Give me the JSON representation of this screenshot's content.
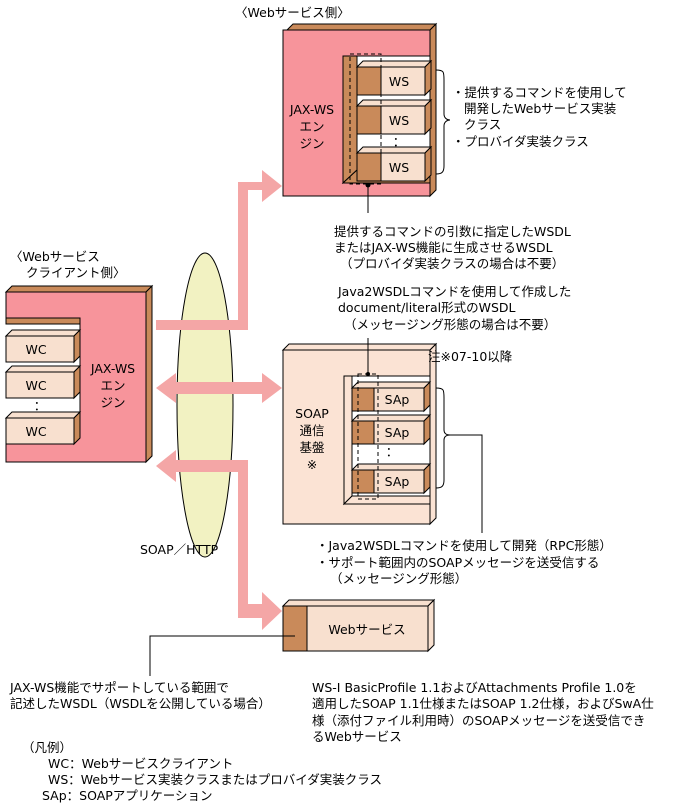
{
  "labels": {
    "web_service_side": "〈Webサービス側〉",
    "client_side_1": "〈Webサービス",
    "client_side_2": "クライアント側〉",
    "soap_http": "SOAP／HTTP",
    "note_0710": "注※07-10以降"
  },
  "engines": {
    "server_line1": "JAX-WS",
    "server_line2": "エン",
    "server_line3": "ジン",
    "client_line1": "JAX-WS",
    "client_line2": "エン",
    "client_line3": "ジン"
  },
  "soap_base": {
    "line1": "SOAP",
    "line2": "通信",
    "line3": "基盤",
    "line4": "※"
  },
  "boxes": {
    "ws": "WS",
    "wc": "WC",
    "sap": "SAp",
    "dots": "：",
    "web_service": "Webサービス"
  },
  "annotations": {
    "ws_bullet1_1": "・提供するコマンドを使用して",
    "ws_bullet1_2": "開発したWebサービス実装",
    "ws_bullet1_3": "クラス",
    "ws_bullet2": "・プロバイダ実装クラス",
    "wsdl1_1": "提供するコマンドの引数に指定したWSDL",
    "wsdl1_2": "またはJAX-WS機能に生成させるWSDL",
    "wsdl1_3": "（プロバイダ実装クラスの場合は不要）",
    "wsdl2_1": "Java2WSDLコマンドを使用して作成した",
    "wsdl2_2": "document/literal形式のWSDL",
    "wsdl2_3": "（メッセージング形態の場合は不要）",
    "sap_bullet1": "・Java2WSDLコマンドを使用して開発（RPC形態）",
    "sap_bullet2": "・サポート範囲内のSOAPメッセージを送受信する",
    "sap_bullet3": "（メッセージング形態）",
    "scope_1": "JAX-WS機能でサポートしている範囲で",
    "scope_2": "記述したWSDL（WSDLを公開している場合）",
    "wsi_1": "WS-I BasicProfile 1.1およびAttachments Profile 1.0を",
    "wsi_2": "適用したSOAP 1.1仕様またはSOAP 1.2仕様，およびSwA仕",
    "wsi_3": "様（添付ファイル利用時）のSOAPメッセージを送受信でき",
    "wsi_4": "るWebサービス"
  },
  "legend": {
    "title": "（凡例）",
    "wc": "WC：Webサービスクライアント",
    "ws": "WS：Webサービス実装クラスまたはプロバイダ実装クラス",
    "sap": "SAp：SOAPアプリケーション"
  },
  "colors": {
    "engine_fill": "#f7949b",
    "engine_side": "#c98a5a",
    "box_face": "#f8e0cf",
    "box_side": "#c98a5a",
    "soap_fill": "#fbe3d4",
    "arrow": "#f4a6a6",
    "ellipse": "#f2f2c2"
  }
}
